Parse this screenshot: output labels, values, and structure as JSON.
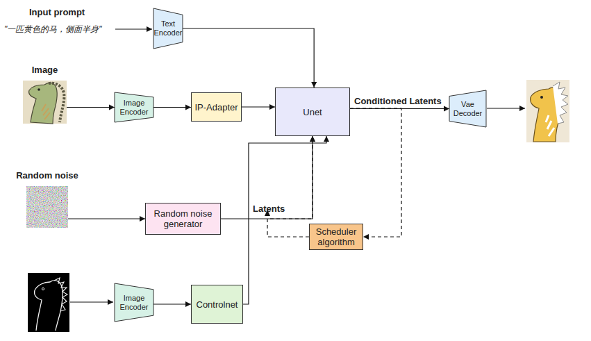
{
  "diagram": {
    "nodes": [
      {
        "text": [
          "Text Encoder"
        ]
      },
      {
        "text": [
          "Image"
        ]
      },
      {
        "text": [
          "Image Encoder"
        ]
      },
      {
        "text": [
          "IP-Adapter"
        ]
      },
      {
        "text": [
          "Unet"
        ]
      },
      {
        "text": [
          "Vae Decoder"
        ]
      },
      {
        "text": [
          "Random noise"
        ]
      },
      {
        "text": [
          "Random noise generator"
        ]
      },
      {
        "text": [
          "Scheduler algorithm"
        ]
      },
      {
        "text": [
          "Image Encoder"
        ]
      },
      {
        "text": [
          "Controlnet"
        ]
      }
    ],
    "edges": [
      {
        "from": 0,
        "to": 4,
        "arrow": "to"
      },
      {
        "from": 1,
        "to": 2,
        "arrow": "to"
      },
      {
        "from": 2,
        "to": 3,
        "arrow": "to"
      },
      {
        "from": 3,
        "to": 4,
        "arrow": "to"
      },
      {
        "from": 4,
        "to": 5,
        "label": "Conditioned Latents",
        "arrow": "to"
      },
      {
        "from": 6,
        "to": 7,
        "arrow": "to"
      },
      {
        "from": 7,
        "to": 4,
        "arrow": "to"
      },
      {
        "from": 4,
        "to": 8,
        "arrow": "to"
      },
      {
        "from": 8,
        "to": 4,
        "arrow": "to"
      },
      {
        "from": 9,
        "to": 10,
        "arrow": "to"
      },
      {
        "from": 10,
        "to": 4,
        "arrow": "to"
      }
    ],
    "labels": [
      "Input prompt",
      "\"一匹黄色的马，侧面半身\"",
      "Latents"
    ]
  }
}
